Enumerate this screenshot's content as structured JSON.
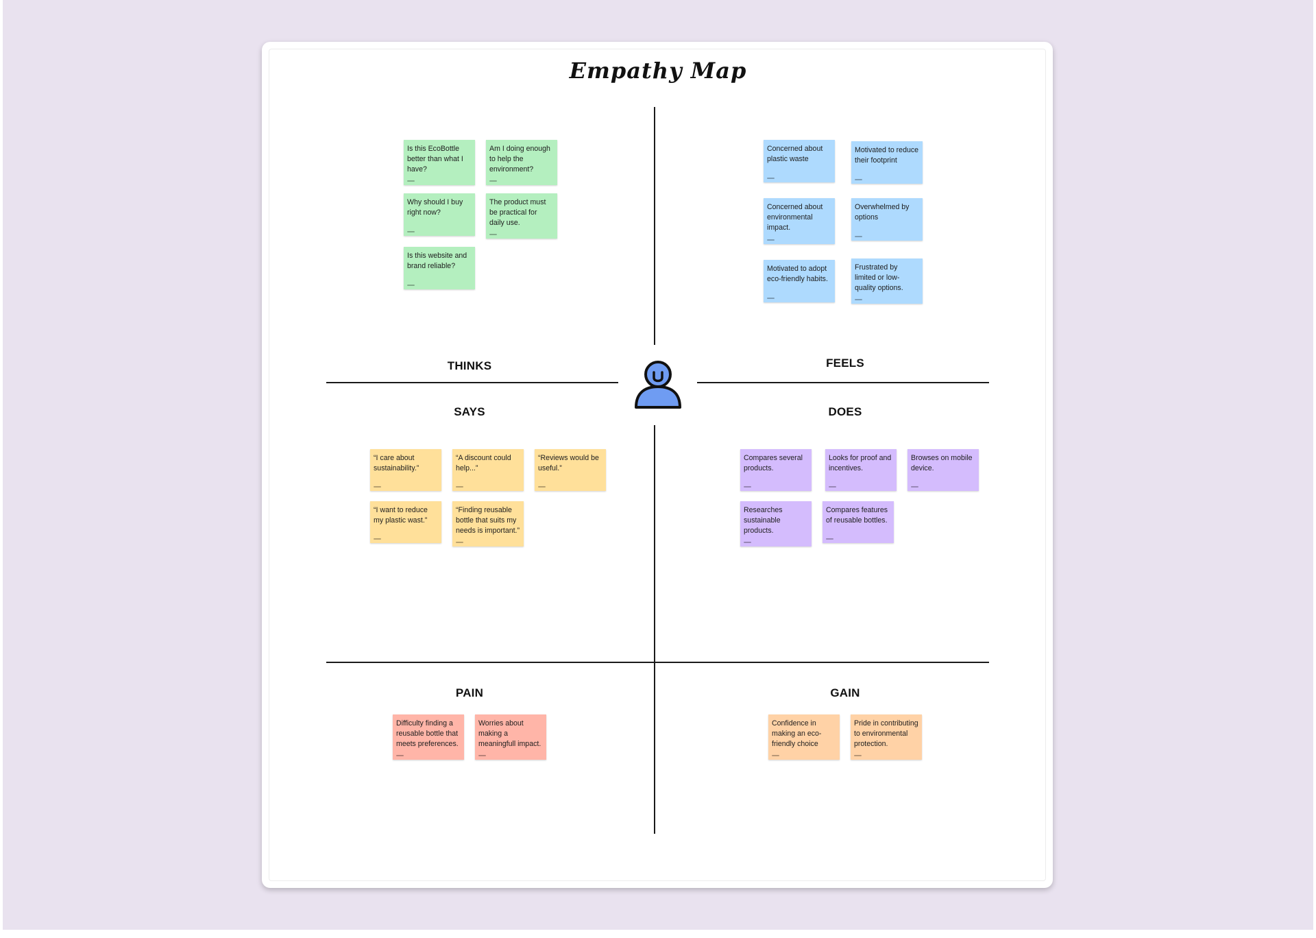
{
  "title": "Empathy Map",
  "colors": {
    "canvas": "#e9e2ef",
    "thinks": "#b4efbf",
    "feels": "#aedafe",
    "says": "#ffe09a",
    "does": "#d4bcfd",
    "pain": "#ffb5a8",
    "gain": "#ffd2a6",
    "person_icon": "#6f9cf2"
  },
  "icon": "person-icon",
  "sections": {
    "thinks": {
      "label": "THINKS",
      "notes": [
        "Is this EcoBottle better than what I have?",
        "Am I doing enough to help the environment?",
        "Why should I buy right now?",
        "The product must be practical for daily use.",
        "Is this website and brand reliable?"
      ]
    },
    "feels": {
      "label": "FEELS",
      "notes": [
        "Concerned about plastic waste",
        "Motivated to reduce their footprint",
        "Concerned about environmental impact.",
        "Overwhelmed by options",
        "Motivated to adopt eco-friendly habits.",
        "Frustrated by limited or low-quality options."
      ]
    },
    "says": {
      "label": "SAYS",
      "notes": [
        "“I care about sustainability.”",
        "“A discount could help...”",
        "“Reviews would be useful.”",
        "“I want to reduce my plastic wast.”",
        "“Finding reusable bottle that suits my needs is important.”"
      ]
    },
    "does": {
      "label": "DOES",
      "notes": [
        "Compares several products.",
        "Looks for proof and incentives.",
        "Browses on mobile device.",
        "Researches sustainable products.",
        "Compares features of reusable bottles."
      ]
    },
    "pain": {
      "label": "PAIN",
      "notes": [
        "Difficulty finding a reusable bottle that meets preferences.",
        "Worries about making a meaningfull impact."
      ]
    },
    "gain": {
      "label": "GAIN",
      "notes": [
        "Confidence in making an eco-friendly choice",
        "Pride in contributing to environmental protection."
      ]
    }
  }
}
